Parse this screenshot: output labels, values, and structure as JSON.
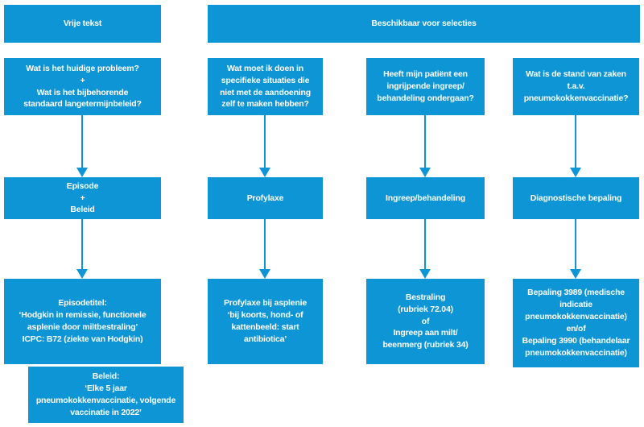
{
  "diagram": {
    "colors": {
      "accent_blue": "#0e95d5",
      "text_white": "#ffffff",
      "background": "#ffffff"
    },
    "headers": {
      "free_text": "Vrije tekst",
      "selections": "Beschikbaar voor selecties"
    },
    "columns": [
      {
        "id": "episode-beleid",
        "question": "Wat is het huidige probleem?\n+\nWat is het bijbehorende\nstandaard langetermijnbeleid?",
        "category": "Episode\n+\nBeleid",
        "example": "Episodetitel:\n‘Hodgkin in remissie, functionele\nasplenie door miltbestraling’\nICPC: B72 (ziekte van Hodgkin)"
      },
      {
        "id": "profylaxe",
        "question": "Wat moet ik doen in\nspecifieke situaties die\nniet met de aandoening\nzelf te maken hebben?",
        "category": "Profylaxe",
        "example": "Profylaxe bij asplenie\n‘bij koorts, hond- of\nkattenbeeld: start\nantibiotica’"
      },
      {
        "id": "ingreep-behandeling",
        "question": "Heeft mijn patiënt een\ningrijpende ingreep/\nbehandeling ondergaan?",
        "category": "Ingreep/behandeling",
        "example": "Bestraling\n(rubriek 72.04)\nof\nIngreep aan milt/\nbeenmerg (rubriek 34)"
      },
      {
        "id": "diagnostische-bepaling",
        "question": "Wat is de stand van zaken\nt.a.v.\npneumokokkenvaccinatie?",
        "category": "Diagnostische bepaling",
        "example": "Bepaling 3989 (medische\nindicatie\npneumokokkenvaccinatie)\nen/of\nBepaling 3990 (behandelaar\npneumokokkenvaccinatie)"
      }
    ],
    "extra_box": "Beleid:\n‘Elke 5 jaar\npneumokokkenvaccinatie, volgende\nvaccinatie in 2022’"
  }
}
